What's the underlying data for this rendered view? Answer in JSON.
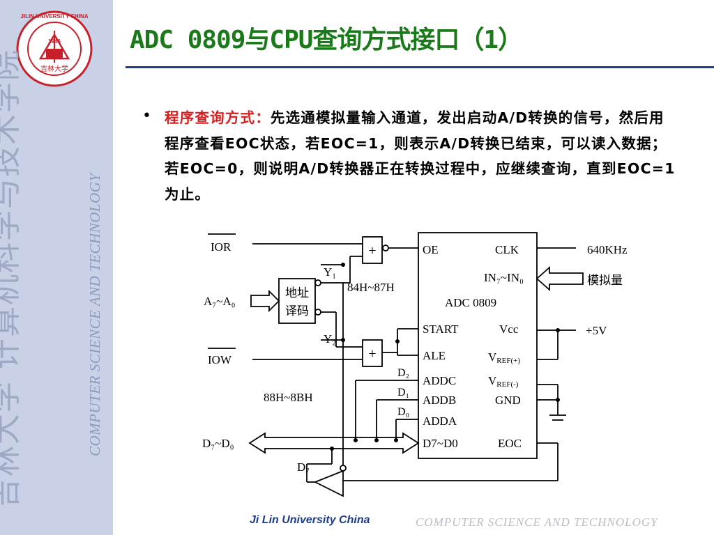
{
  "sidebar": {
    "logo_top_text": "JILIN UNIVERSITY CHINA",
    "logo_year": "1946",
    "logo_bottom_text": "吉林大学",
    "watermark_cn": "吉林大学 计算机科学与技术学院",
    "watermark_en": "COMPUTER SCIENCE AND TECHNOLOGY"
  },
  "title": "ADC 0809与CPU查询方式接口（1）",
  "bullet": {
    "lead": "程序查询方式：",
    "text": "先选通模拟量输入通道，发出启动A/D转换的信号，然后用程序查看EOC状态，若EOC=1，则表示A/D转换已结束，可以读入数据；若EOC=0，则说明A/D转换器正在转换过程中，应继续查询，直到EOC=1为止。"
  },
  "diagram": {
    "ior": "IOR",
    "iow": "IOW",
    "a_bus": "A₇~A₀",
    "d_bus": "D₇~D₀",
    "decoder_line1": "地址",
    "decoder_line2": "译码",
    "y1": "Y₁",
    "y2": "Y₂",
    "addr1": "84H~87H",
    "addr2": "88H~8BH",
    "gate_symbol": "+",
    "d2": "D₂",
    "d1": "D₁",
    "d0": "D₀",
    "d7": "D₇",
    "chip_name": "ADC 0809",
    "pin_oe": "OE",
    "pin_clk": "CLK",
    "pin_in": "IN₇~IN₀",
    "pin_start": "START",
    "pin_vcc": "Vcc",
    "pin_ale": "ALE",
    "pin_vref_pos": "V",
    "pin_vref_pos_sub": "REF(+)",
    "pin_vref_neg": "V",
    "pin_vref_neg_sub": "REF(-)",
    "pin_addc": "ADDC",
    "pin_addb": "ADDB",
    "pin_gnd": "GND",
    "pin_adda": "ADDA",
    "pin_d7d0": "D7~D0",
    "pin_eoc": "EOC",
    "clk_freq": "640KHz",
    "analog": "模拟量",
    "vplus": "+5V"
  },
  "footer": {
    "left": "Ji Lin University China",
    "right": "COMPUTER SCIENCE AND TECHNOLOGY"
  }
}
